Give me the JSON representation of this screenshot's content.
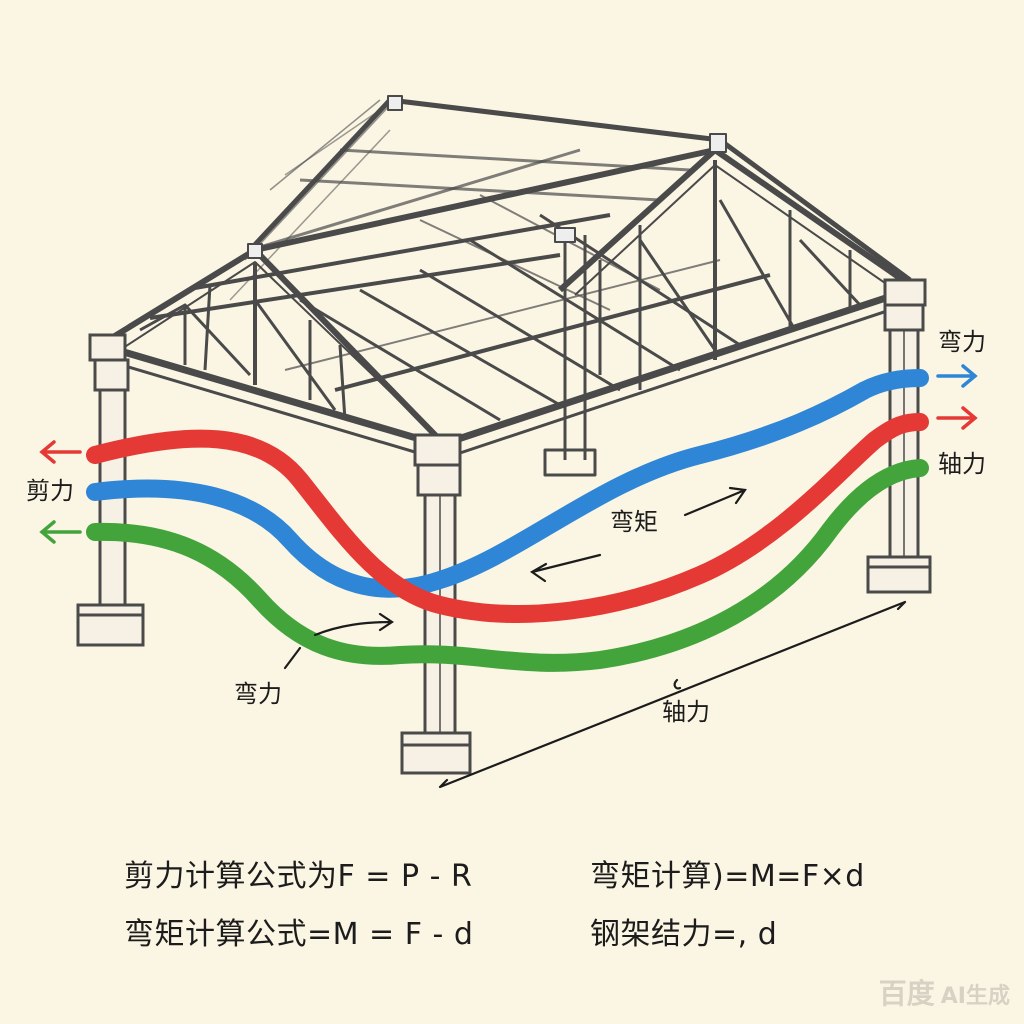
{
  "colors": {
    "background": "#fbf5e4",
    "shear": "#e53935",
    "bending": "#2f86d6",
    "axial": "#43a43c",
    "frame": "#4a4a4a"
  },
  "labels": {
    "shear_left": "剪力",
    "bend_force_right": "弯力",
    "axial_right": "轴力",
    "moment_center": "弯矩",
    "bend_force_bottom": "弯力",
    "axial_bottom": "轴力"
  },
  "formulas": {
    "shear": "剪力计算公式为F = P - R",
    "moment": "弯矩计算公式=M = F - d",
    "moment_calc": "弯矩计算)=M=F×d",
    "steel": "钢架结力=, d"
  },
  "watermark": {
    "brand": "百度",
    "tag": "AI生成"
  }
}
